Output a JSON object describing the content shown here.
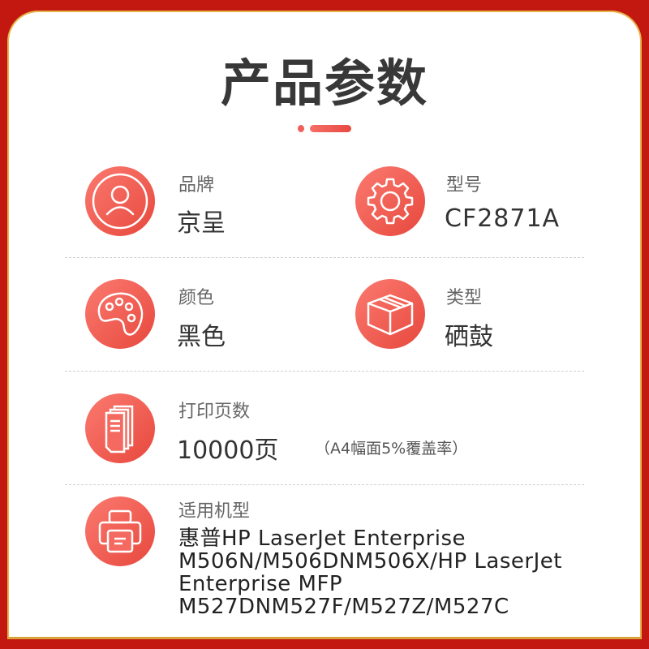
{
  "title": "产品参数",
  "colors": {
    "accent": "#f0605a",
    "frame": "#c2180f",
    "gold": "#e8b44a"
  },
  "params": {
    "brand": {
      "label": "品牌",
      "value": "京呈",
      "icon": "user-icon"
    },
    "model": {
      "label": "型号",
      "value": "CF2871A",
      "icon": "gear-icon"
    },
    "color": {
      "label": "颜色",
      "value": "黑色",
      "icon": "palette-icon"
    },
    "type": {
      "label": "类型",
      "value": "硒鼓",
      "icon": "box-icon"
    },
    "pages": {
      "label": "打印页数",
      "value": "10000页",
      "note": "（A4幅面5%覆盖率）",
      "icon": "documents-icon"
    },
    "compatible": {
      "label": "适用机型",
      "lines": [
        "惠普HP LaserJet Enterprise",
        "M506N/M506DNM506X/HP LaserJet",
        "Enterprise MFP",
        "M527DNM527F/M527Z/M527C"
      ],
      "icon": "printer-icon"
    }
  }
}
